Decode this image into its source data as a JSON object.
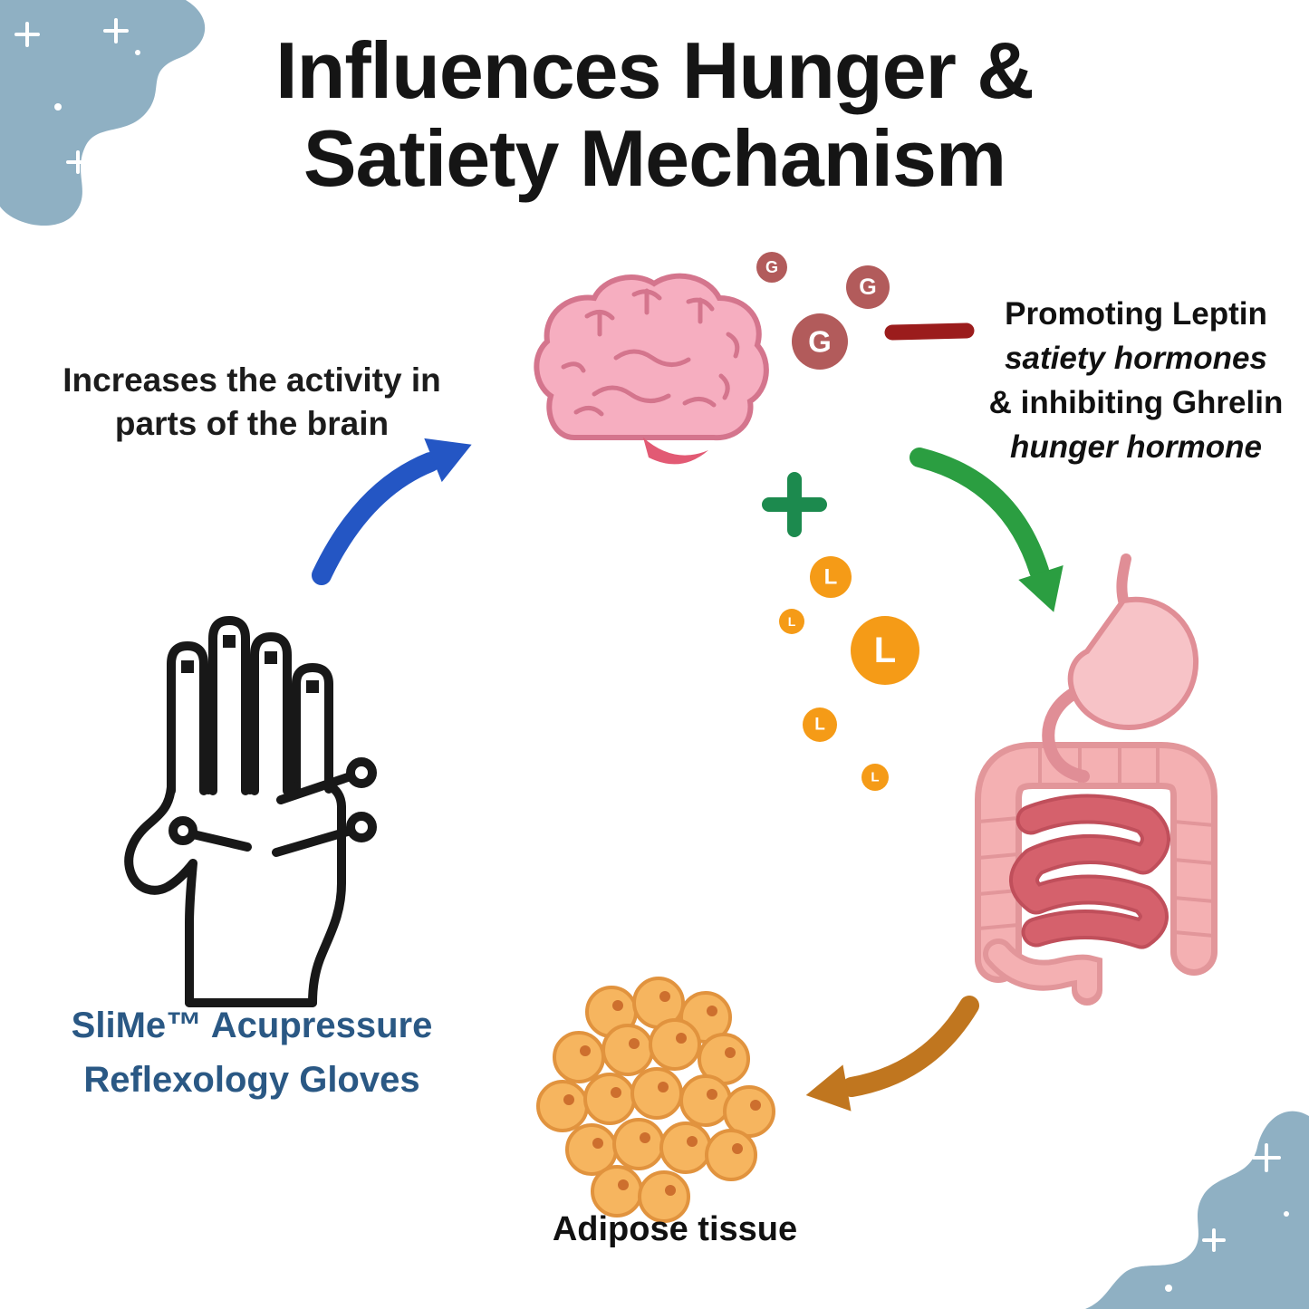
{
  "title": {
    "line1": "Influences Hunger &",
    "line2": "Satiety Mechanism"
  },
  "notes": {
    "brain_activity": {
      "line1": "Increases the activity in",
      "line2": "parts of the brain"
    },
    "hormones": {
      "line1": "Promoting Leptin",
      "line2": "satiety hormones",
      "line3": "& inhibiting Ghrelin",
      "line4": "hunger hormone"
    },
    "product": {
      "line1": "SliMe™ Acupressure",
      "line2": "Reflexology Gloves"
    },
    "adipose_label": "Adipose tissue"
  },
  "symbols": {
    "ghrelin_letter": "G",
    "leptin_letter": "L",
    "plus_icon": "+",
    "minus_icon": "−"
  },
  "colors": {
    "blob": "#8fb0c3",
    "brain_fill": "#f6aec0",
    "brain_outline": "#d4758d",
    "brain_stem": "#e25a74",
    "ghrelin_bubble": "#b25b5b",
    "leptin_bubble": "#f59b17",
    "minus_red": "#9b1c1c",
    "plus_green": "#1c8a4e",
    "arrow_blue": "#2456c4",
    "arrow_green": "#2b9e41",
    "arrow_orange": "#c0761f",
    "stomach_fill": "#f7c3c7",
    "stomach_outline": "#e08e96",
    "colon_fill": "#f4b0b2",
    "colon_outline": "#e2969a",
    "small_intestine": "#d5616c",
    "small_intestine_outline": "#c04f5b",
    "adipose_fill": "#f6b55f",
    "adipose_outline": "#e1933e",
    "adipose_dot": "#cd6f2e",
    "hand_line": "#181818",
    "product_text": "#2a5884",
    "text_dark": "#151515"
  }
}
